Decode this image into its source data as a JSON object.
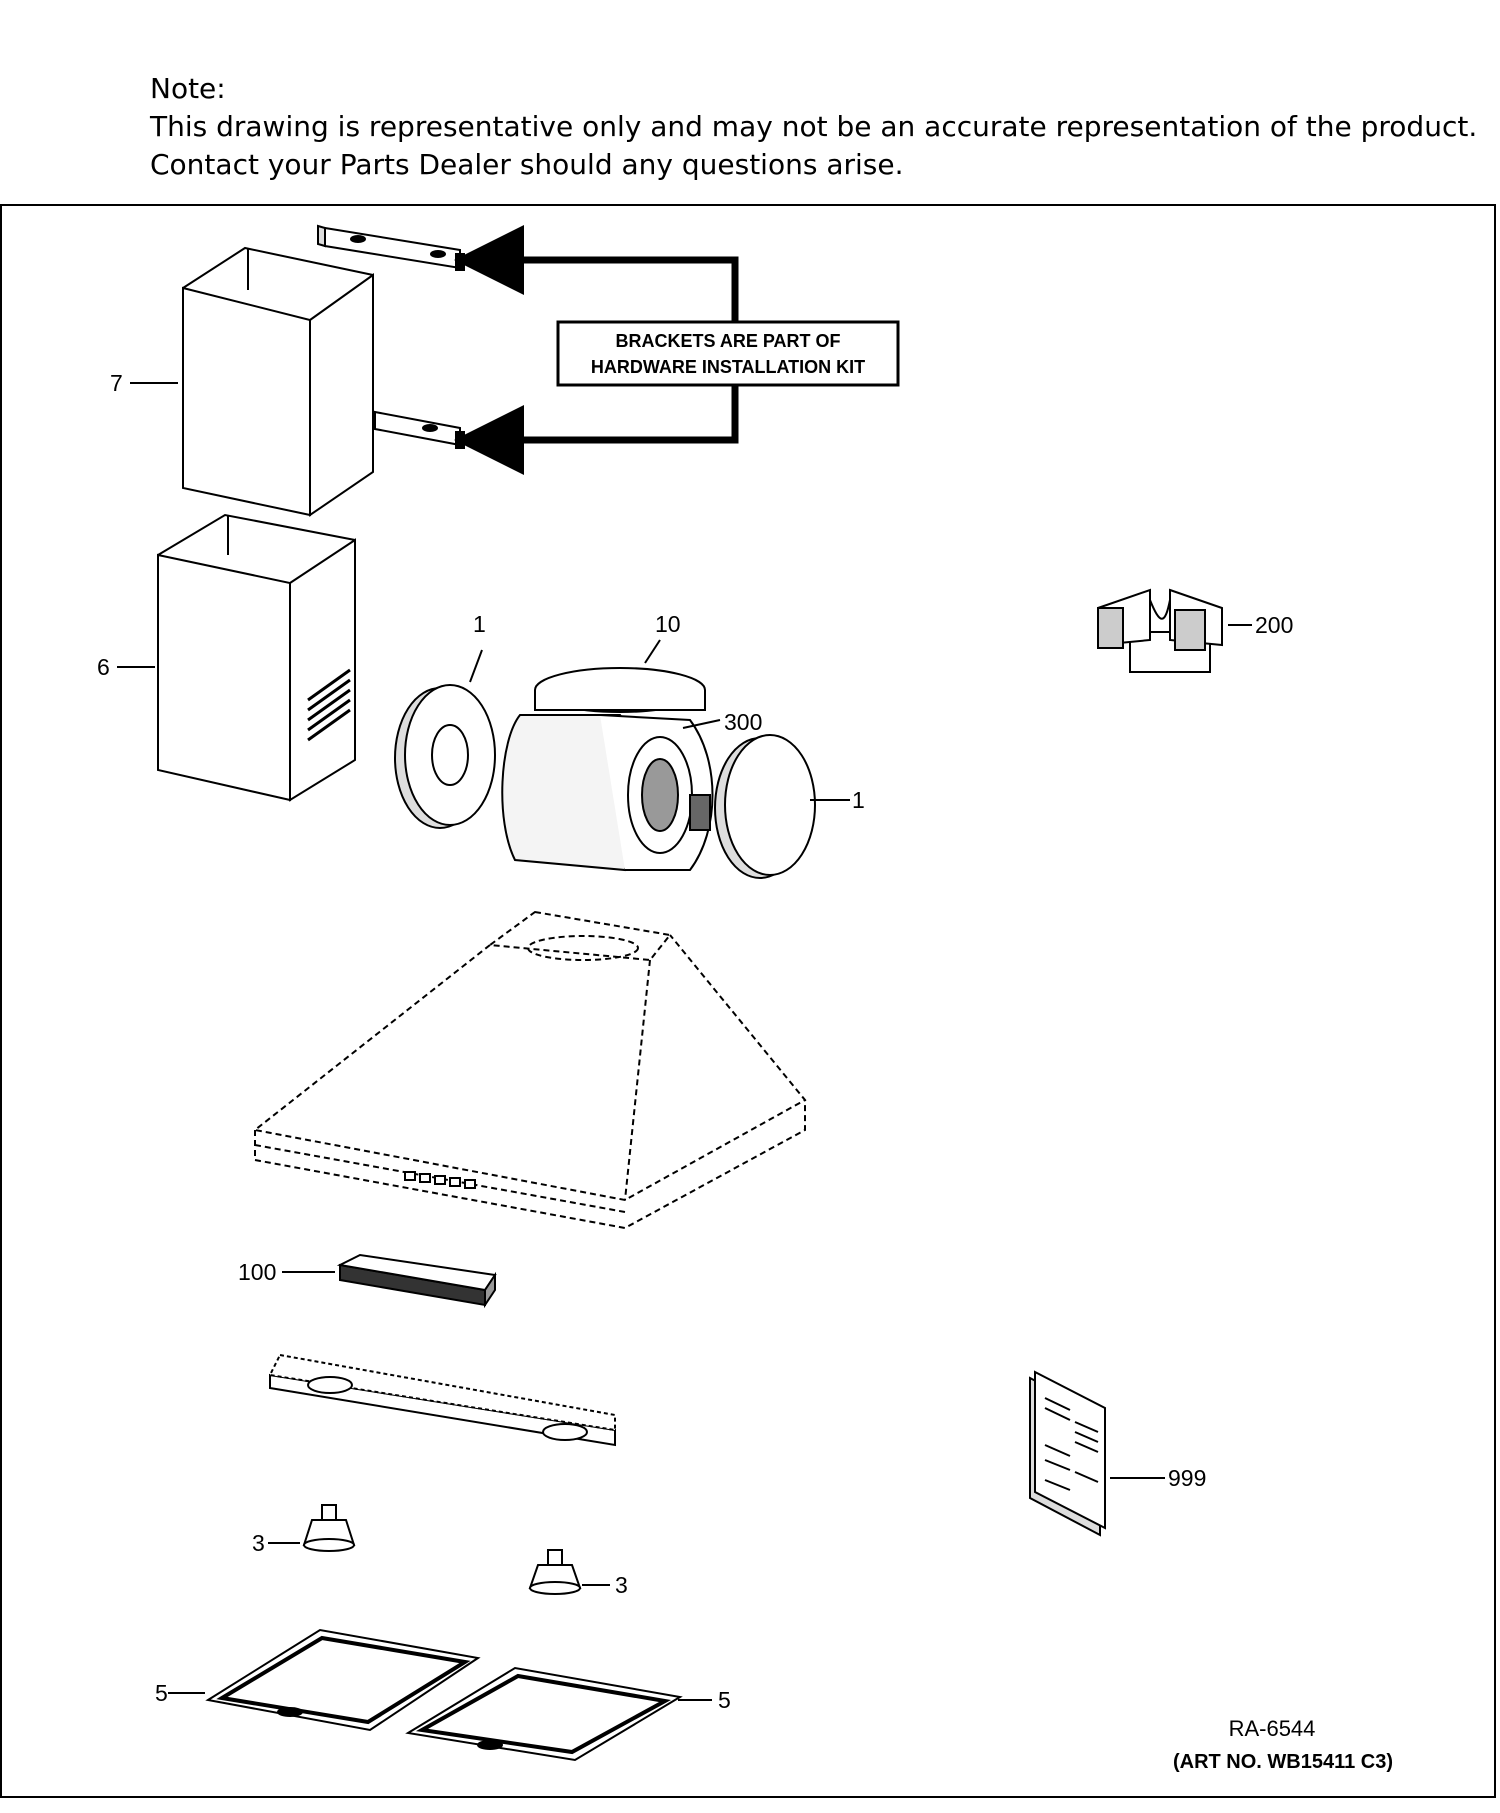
{
  "note": {
    "heading": "Note:",
    "line1": "This drawing is representative only and may not be an accurate representation of the product.",
    "line2": "Contact your Parts Dealer should any questions arise."
  },
  "callout": {
    "line1": "BRACKETS ARE PART OF",
    "line2": "HARDWARE INSTALLATION KIT"
  },
  "parts": {
    "p7": "7",
    "p6": "6",
    "p1a": "1",
    "p10": "10",
    "p300": "300",
    "p1b": "1",
    "p200": "200",
    "p100": "100",
    "p999": "999",
    "p3a": "3",
    "p3b": "3",
    "p5a": "5",
    "p5b": "5"
  },
  "footer": {
    "ref": "RA-6544",
    "art": "(ART NO. WB15411 C3)"
  }
}
